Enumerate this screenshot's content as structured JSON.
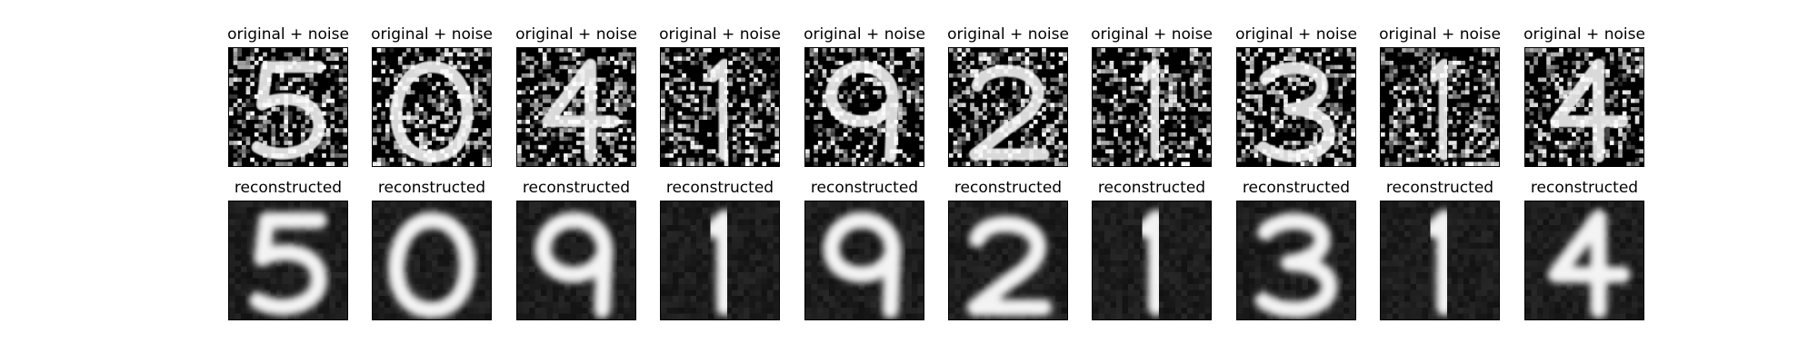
{
  "figure": {
    "rows": [
      {
        "kind": "noisy",
        "title": "original + noise",
        "digits": [
          "5",
          "0",
          "4",
          "1",
          "9",
          "2",
          "1",
          "3",
          "1",
          "4"
        ]
      },
      {
        "kind": "reconstructed",
        "title": "reconstructed",
        "digits": [
          "5",
          "0",
          "9",
          "1",
          "9",
          "2",
          "1",
          "3",
          "1",
          "4"
        ]
      }
    ]
  },
  "colors": {
    "background": "#ffffff",
    "panel_border": "#000000",
    "title_text": "#000000",
    "image_background": "#000000",
    "stroke": "#ffffff"
  }
}
